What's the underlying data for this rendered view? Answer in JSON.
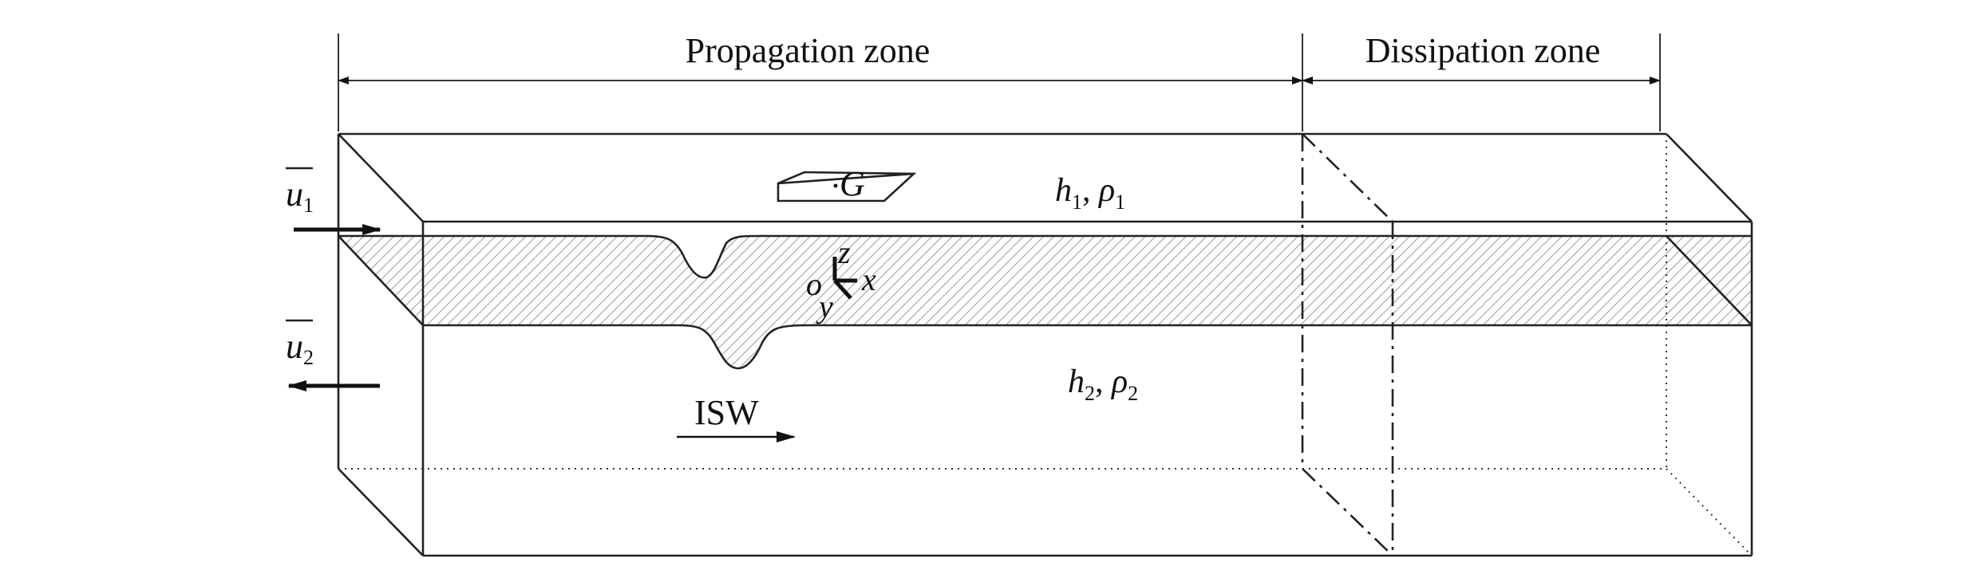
{
  "labels": {
    "propagation_zone": "Propagation zone",
    "dissipation_zone": "Dissipation zone",
    "upper_layer_velocity": {
      "symbol": "u",
      "subscript": "1"
    },
    "lower_layer_velocity": {
      "symbol": "u",
      "subscript": "2"
    },
    "upper_layer_props": {
      "h": "h",
      "h_sub": "1",
      "sep": ", ",
      "rho": "ρ",
      "rho_sub": "1"
    },
    "lower_layer_props": {
      "h": "h",
      "h_sub": "2",
      "sep": ", ",
      "rho": "ρ",
      "rho_sub": "2"
    },
    "body_label": "G",
    "axis_origin": "o",
    "axis_z": "z",
    "axis_x": "x",
    "axis_y": "y",
    "wave_label": "ISW"
  },
  "colors": {
    "line": "#222222",
    "hatch": "#9a9a9a",
    "text": "#111111"
  }
}
